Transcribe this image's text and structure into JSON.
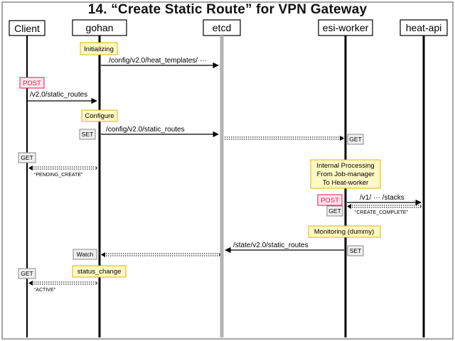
{
  "title": "14. “Create Static Route” for VPN Gateway",
  "participants": {
    "client": "Client",
    "gohan": "gohan",
    "etcd": "etcd",
    "esi_worker": "esi-worker",
    "heat_api": "heat-api"
  },
  "notes": {
    "initializing": "Initializing",
    "configure": "Configure",
    "internal_processing": [
      "Internal Processing",
      "From Job-manager",
      "To Heat-worker"
    ],
    "monitoring": "Monitoring (dummy)",
    "status_change": "status_change"
  },
  "tags": {
    "post_client": "POST",
    "set_gohan": "SET",
    "get_esi": "GET",
    "get_client_1": "GET",
    "post_esi": "POST",
    "get_esi_2": "GET",
    "set_esi": "SET",
    "watch_gohan": "Watch",
    "get_client_2": "GET"
  },
  "messages": {
    "heat_templates": "/config/v2.0/heat_templates/ ···",
    "static_routes_post": "/v2.0/static_routes",
    "config_static_routes": "/config/v2.0/static_routes",
    "pending_create": "“PENDING_CREATE”",
    "stacks": "/v1/ ··· /stacks",
    "create_complete": "“CREATE_COMPLETE”",
    "state_static_routes": "/state/v2.0/static_routes",
    "active": "“ACTIVE”"
  },
  "colors": {
    "note_bg": "#fff9c4",
    "note_border": "#e0b400",
    "post_text": "#e8174a",
    "post_bg": "#fde6ec",
    "tag_bg": "#efefef",
    "etcd_line": "#b3b3b3",
    "frame": "#8a8a8a"
  }
}
